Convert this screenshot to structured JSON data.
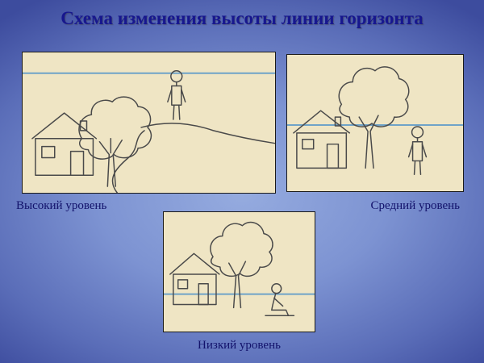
{
  "slide": {
    "title": "Схема изменения высоты линии горизонта"
  },
  "panels": [
    {
      "id": "high",
      "label": "Высокий уровень",
      "horizon_height_pct": 15,
      "scene": "house, tree, person standing on hill above horizon line"
    },
    {
      "id": "middle",
      "label": "Средний уровень",
      "horizon_height_pct": 51,
      "scene": "house, tree, person standing at horizon line"
    },
    {
      "id": "low",
      "label": "Низкий уровень",
      "horizon_height_pct": 69,
      "scene": "house, tree, person sitting below horizon line"
    }
  ],
  "colors": {
    "background_center": "#95abdf",
    "background_edge": "#3d4c9e",
    "title_text": "#17178e",
    "caption_text": "#12126b",
    "panel_background": "#efe5c4",
    "panel_border": "#1a1a1a",
    "horizon_line": "#6fa3c8",
    "drawing_outline": "#4a4a4a"
  }
}
